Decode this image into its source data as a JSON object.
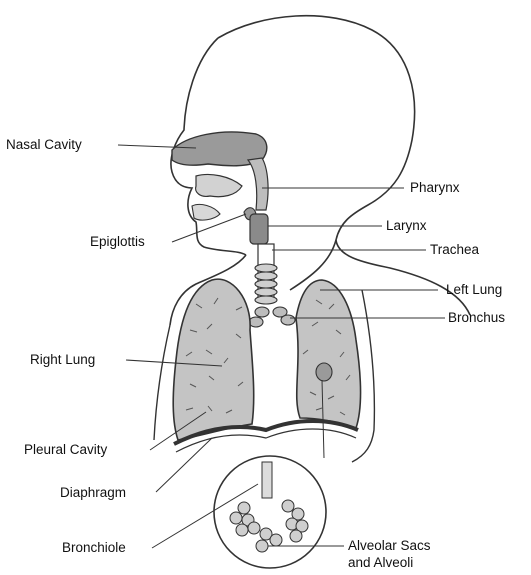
{
  "labels": {
    "nasal_cavity": "Nasal Cavity",
    "pharynx": "Pharynx",
    "larynx": "Larynx",
    "epiglottis": "Epiglottis",
    "trachea": "Trachea",
    "left_lung": "Left Lung",
    "bronchus": "Bronchus",
    "right_lung": "Right Lung",
    "pleural_cavity": "Pleural Cavity",
    "diaphragm": "Diaphragm",
    "bronchiole": "Bronchiole",
    "alveolar_line1": "Alveolar Sacs",
    "alveolar_line2": "and Alveoli"
  },
  "colors": {
    "line": "#333333",
    "lung_fill": "#c4c4c4",
    "cavity_fill": "#9a9a9a",
    "tissue_fill": "#bdbdbd"
  }
}
